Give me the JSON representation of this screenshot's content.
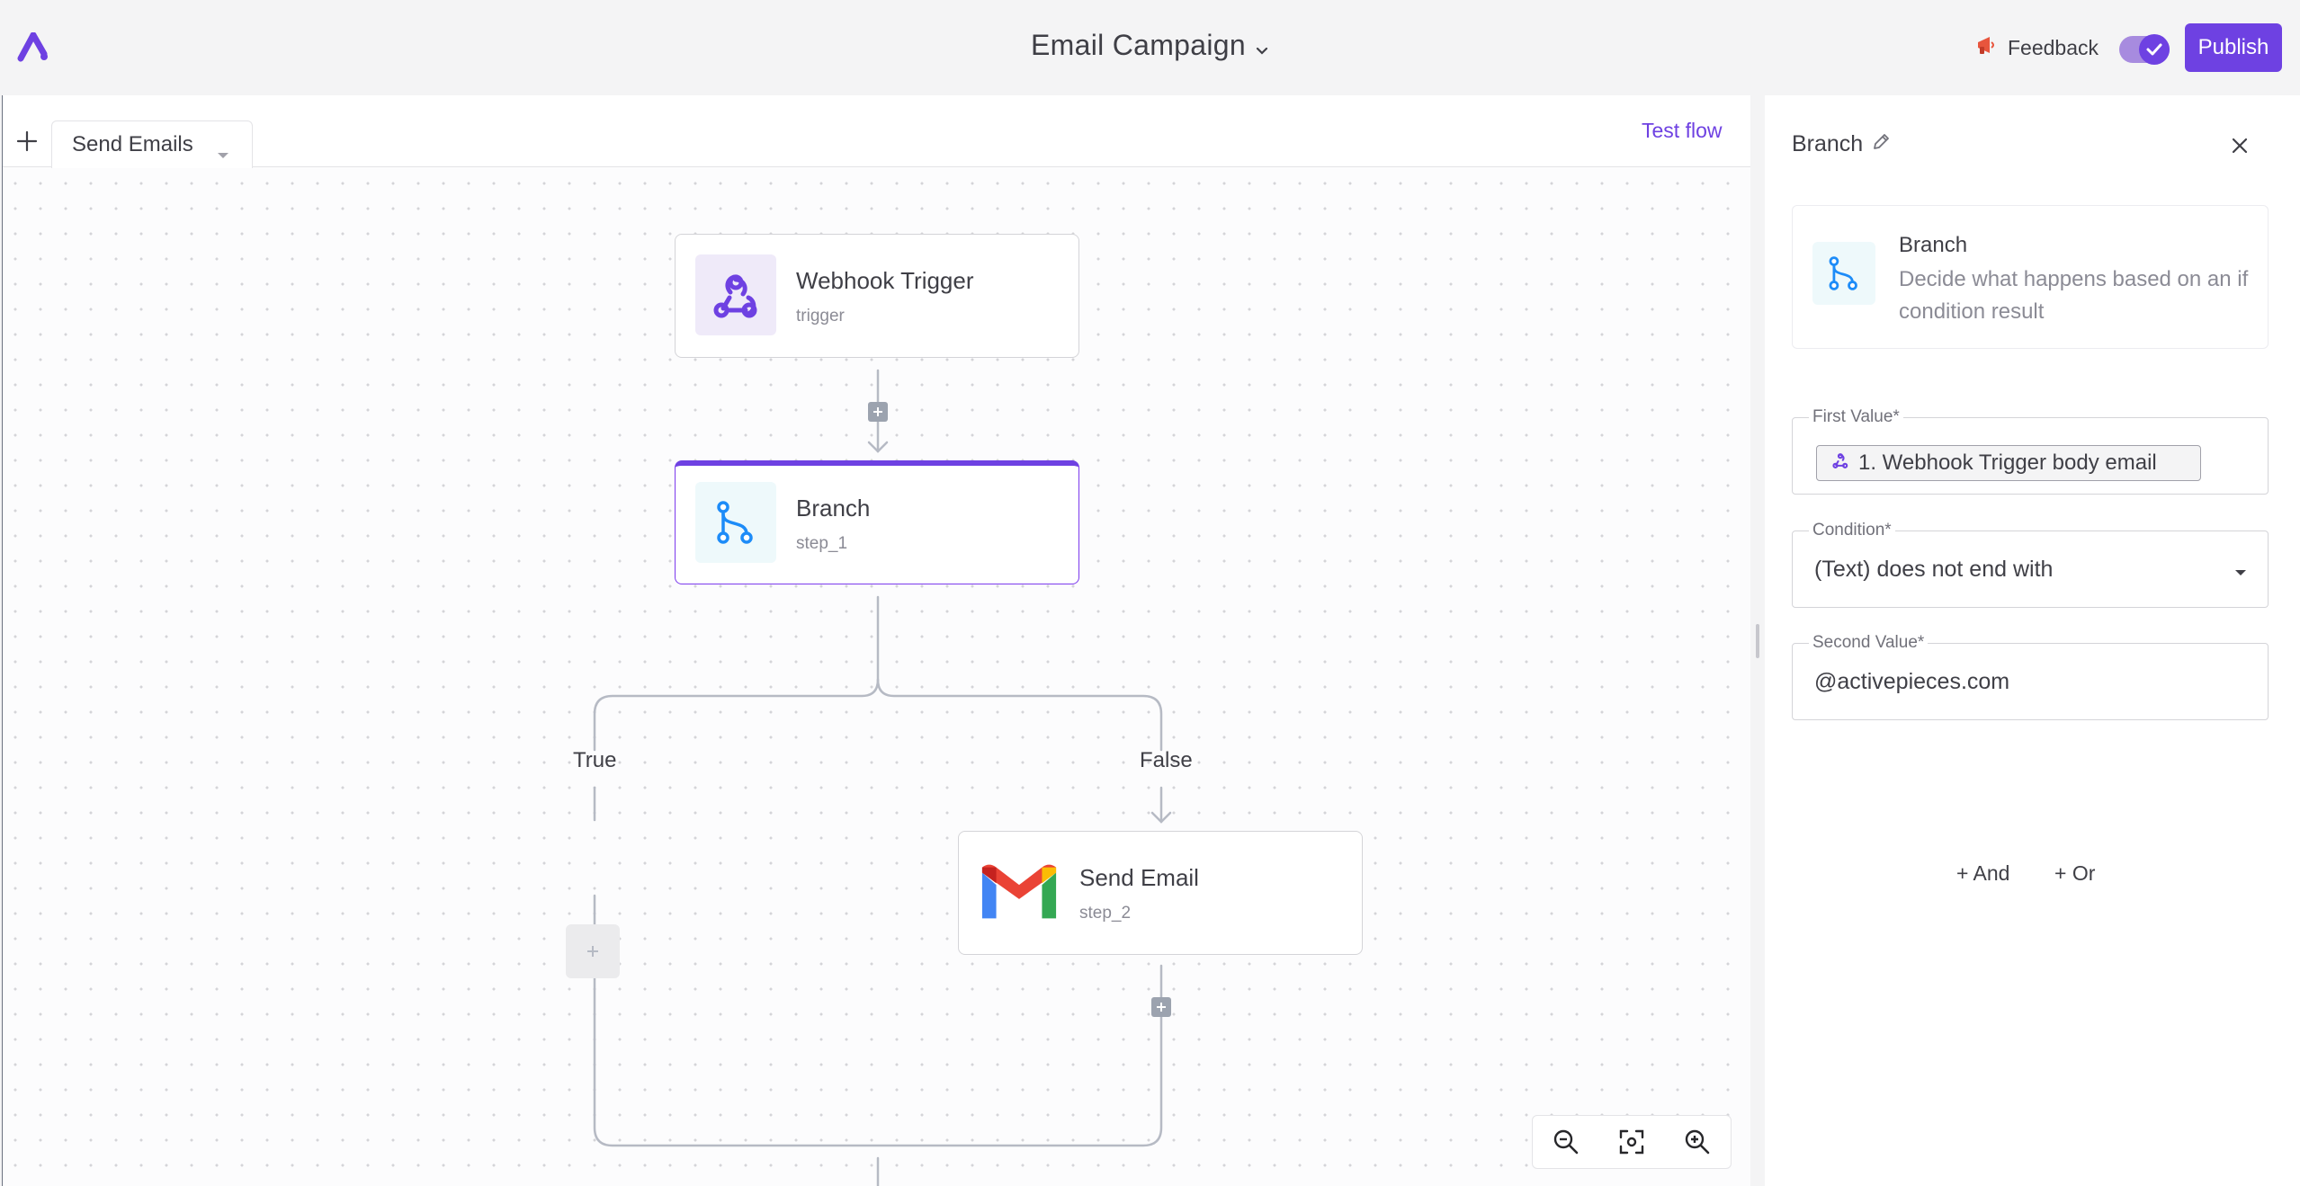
{
  "header": {
    "flow_name": "Email Campaign",
    "feedback_label": "Feedback",
    "publish_label": "Publish",
    "toggle_on": true
  },
  "canvas": {
    "tab_label": "Send Emails",
    "test_flow_label": "Test flow",
    "steps": {
      "trigger": {
        "title": "Webhook Trigger",
        "subtitle": "trigger"
      },
      "branch": {
        "title": "Branch",
        "subtitle": "step_1"
      },
      "send_email": {
        "title": "Send Email",
        "subtitle": "step_2"
      }
    },
    "branch_labels": {
      "true": "True",
      "false": "False"
    }
  },
  "panel": {
    "title": "Branch",
    "piece": {
      "name": "Branch",
      "description": "Decide what happens based on an if condition result"
    },
    "first_value": {
      "label": "First Value*",
      "chip_text": "1. Webhook Trigger body email"
    },
    "condition": {
      "label": "Condition*",
      "value": "(Text) does not end with"
    },
    "second_value": {
      "label": "Second Value*",
      "value": "@activepieces.com"
    },
    "and_label": "+ And",
    "or_label": "+ Or"
  },
  "colors": {
    "accent": "#6e41e2",
    "branch_icon": "#1d8cf8",
    "gmail_red": "#ea4335"
  }
}
